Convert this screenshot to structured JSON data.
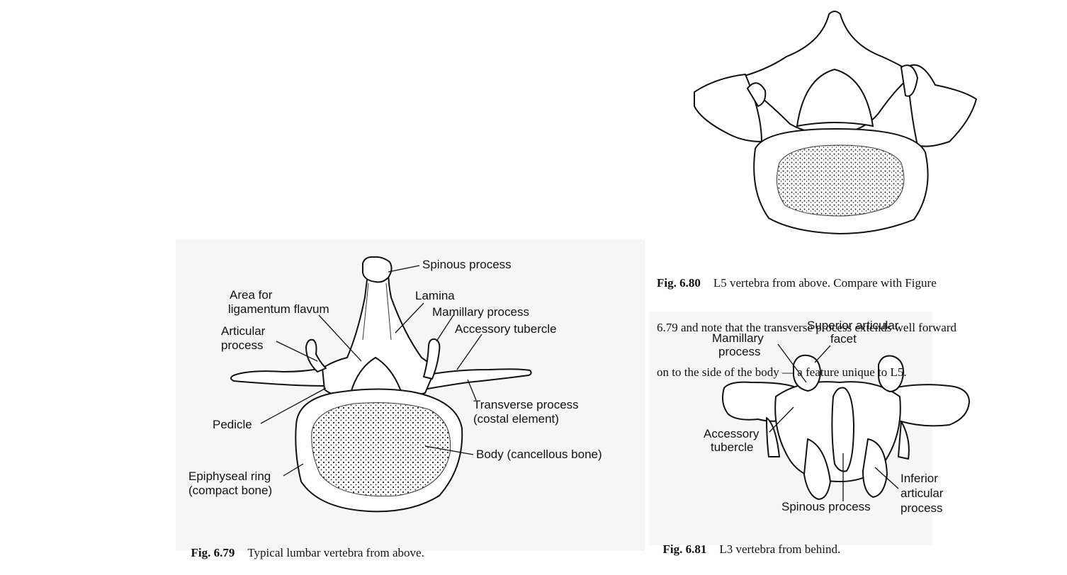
{
  "fig79": {
    "labels": {
      "spinous_process": "Spinous process",
      "area_for": "Area for",
      "ligamentum_flavum": "ligamentum flavum",
      "lamina": "Lamina",
      "mamillary_process": "Mamillary process",
      "articular": "Articular",
      "process": "process",
      "accessory_tubercle": "Accessory tubercle",
      "transverse_process": "Transverse process",
      "costal_element": "(costal element)",
      "pedicle": "Pedicle",
      "body": "Body (cancellous bone)",
      "epiphyseal_ring": "Epiphyseal ring",
      "compact_bone": "(compact bone)"
    },
    "caption_num": "Fig. 6.79",
    "caption_text": "Typical lumbar vertebra from above."
  },
  "fig80": {
    "caption_num": "Fig. 6.80",
    "caption_line1": "L5 vertebra from above. Compare with Figure",
    "caption_line2": "6.79 and note that the transverse process extends well forward",
    "caption_line3": "on to the side of the body — a feature unique to L5."
  },
  "fig81": {
    "labels": {
      "superior_articular": "Superior articular",
      "facet": "facet",
      "mamillary": "Mamillary",
      "process": "process",
      "accessory": "Accessory",
      "tubercle": "tubercle",
      "inferior": "Inferior",
      "articular": "articular",
      "process2": "process",
      "spinous_process": "Spinous process"
    },
    "caption_num": "Fig. 6.81",
    "caption_text": "L3 vertebra from behind."
  }
}
